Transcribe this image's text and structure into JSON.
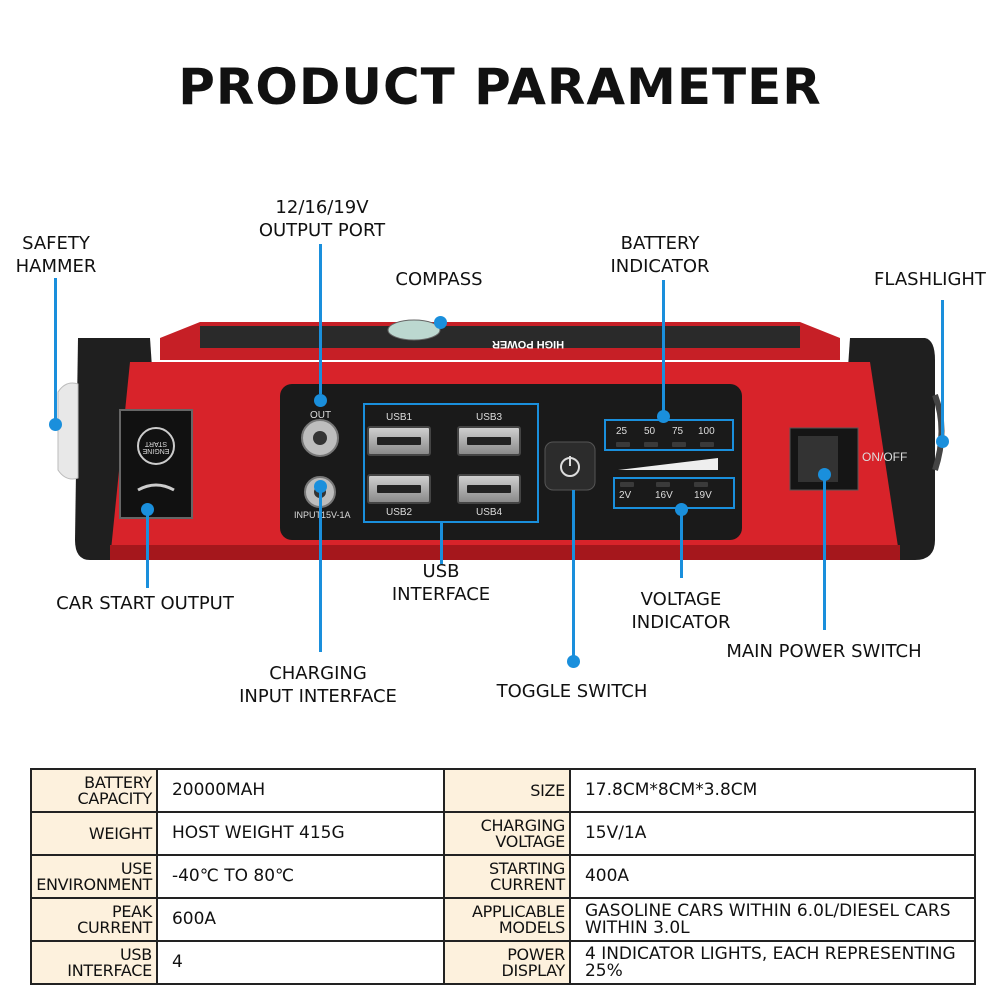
{
  "title": "PRODUCT PARAMETER",
  "callouts": {
    "safety_hammer": [
      "SAFETY",
      "HAMMER"
    ],
    "output_port": [
      "12/16/19V",
      "OUTPUT PORT"
    ],
    "compass": [
      "COMPASS"
    ],
    "battery_indicator": [
      "BATTERY",
      "INDICATOR"
    ],
    "flashlight": [
      "FLASHLIGHT"
    ],
    "car_start_output": [
      "CAR START OUTPUT"
    ],
    "usb_interface": [
      "USB",
      "INTERFACE"
    ],
    "voltage_indicator": [
      "VOLTAGE",
      "INDICATOR"
    ],
    "main_power_switch": [
      "MAIN POWER SWITCH"
    ],
    "charging_input": [
      "CHARGING",
      "INPUT INTERFACE"
    ],
    "toggle_switch": [
      "TOGGLE SWITCH"
    ]
  },
  "device": {
    "brand_text": "HIGH POWER",
    "out_label": "OUT",
    "input_label": "INPUT15V-1A",
    "usb_labels": [
      "USB1",
      "USB3",
      "USB2",
      "USB4"
    ],
    "battery_levels": [
      "25",
      "50",
      "75",
      "100"
    ],
    "voltages": [
      "2V",
      "16V",
      "19V"
    ],
    "switch_label": "ON/OFF",
    "engine_start": "ENGINE START",
    "colors": {
      "body_red": "#d8232a",
      "trim_black": "#1e1e1e",
      "accent_blue": "#1a8fdc"
    }
  },
  "specs": [
    {
      "label_lines": [
        "BATTERY",
        "CAPACITY"
      ],
      "value": "20000MAH",
      "label2_lines": [
        "SIZE"
      ],
      "value2": "17.8CM*8CM*3.8CM"
    },
    {
      "label_lines": [
        "WEIGHT"
      ],
      "value": "HOST WEIGHT 415G",
      "label2_lines": [
        "CHARGING",
        "VOLTAGE"
      ],
      "value2": "15V/1A"
    },
    {
      "label_lines": [
        "USE",
        "ENVIRONMENT"
      ],
      "value": "-40℃ TO 80℃",
      "label2_lines": [
        "STARTING",
        "CURRENT"
      ],
      "value2": "400A"
    },
    {
      "label_lines": [
        "PEAK",
        "CURRENT"
      ],
      "value": "600A",
      "label2_lines": [
        "APPLICABLE",
        "MODELS"
      ],
      "value2": "GASOLINE CARS WITHIN 6.0L/DIESEL CARS WITHIN 3.0L"
    },
    {
      "label_lines": [
        "USB",
        "INTERFACE"
      ],
      "value": "4",
      "label2_lines": [
        "POWER",
        "DISPLAY"
      ],
      "value2": "4 INDICATOR LIGHTS, EACH REPRESENTING 25%"
    }
  ]
}
